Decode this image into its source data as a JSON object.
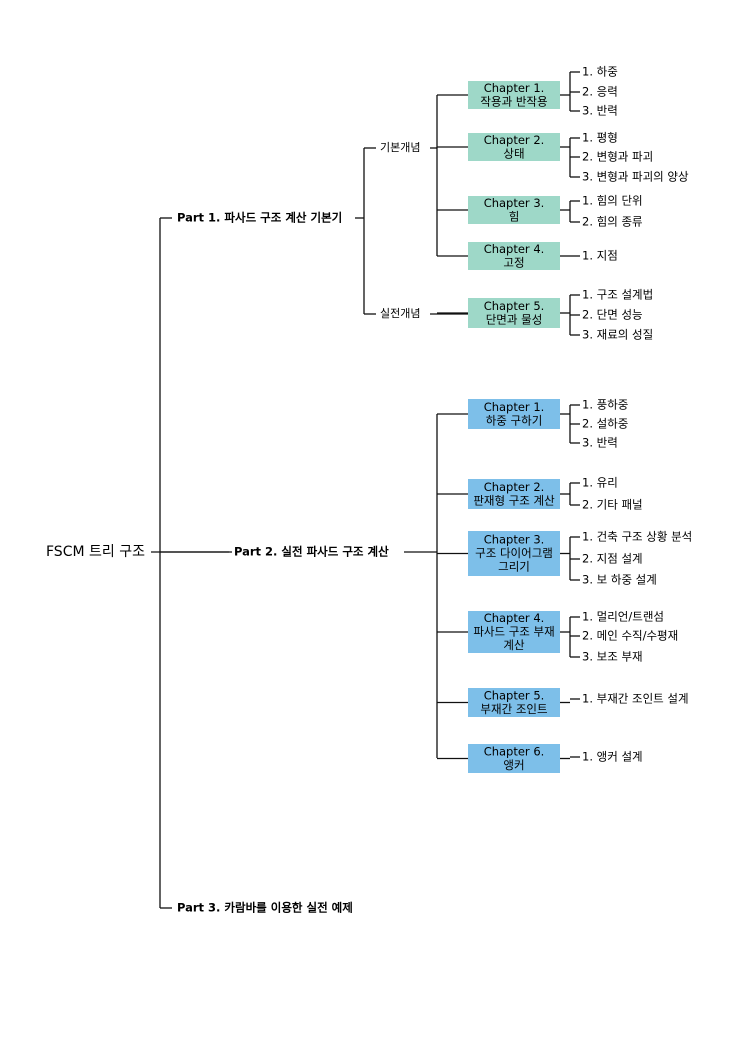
{
  "root": "FSCM 트리 구조",
  "colors": {
    "green": "#9ed8c8",
    "blue": "#7dbfe9",
    "line": "#111111"
  },
  "parts": [
    {
      "label": "Part 1. 파사드 구조 계산 기본기",
      "groups": [
        {
          "label": "기본개념",
          "chapters": [
            {
              "title": "Chapter 1.",
              "subtitle": [
                "작용과 반작용"
              ],
              "items": [
                "1. 하중",
                "2. 응력",
                "3. 반력"
              ]
            },
            {
              "title": "Chapter 2.",
              "subtitle": [
                "상태"
              ],
              "items": [
                "1. 평형",
                "2. 변형과 파괴",
                "3. 변형과 파괴의 양상"
              ]
            },
            {
              "title": "Chapter 3.",
              "subtitle": [
                "힘"
              ],
              "items": [
                "1. 힘의 단위",
                "2. 힘의 종류"
              ]
            },
            {
              "title": "Chapter 4.",
              "subtitle": [
                "고정"
              ],
              "items": [
                "1. 지점"
              ]
            }
          ]
        },
        {
          "label": "실전개념",
          "chapters": [
            {
              "title": "Chapter 5.",
              "subtitle": [
                "단면과 물성"
              ],
              "items": [
                "1. 구조 설계법",
                "2. 단면 성능",
                "3. 재료의 성질"
              ]
            }
          ]
        }
      ]
    },
    {
      "label": "Part 2. 실전 파사드 구조 계산",
      "chapters": [
        {
          "title": "Chapter 1.",
          "subtitle": [
            "하중 구하기"
          ],
          "items": [
            "1. 풍하중",
            "2. 설하중",
            "3. 반력"
          ]
        },
        {
          "title": "Chapter 2.",
          "subtitle": [
            "판재형 구조 계산"
          ],
          "items": [
            "1. 유리",
            "2. 기타 패널"
          ]
        },
        {
          "title": "Chapter 3.",
          "subtitle": [
            "구조 다이어그램",
            "그리기"
          ],
          "items": [
            "1. 건축 구조 상황 분석",
            "2. 지점 설계",
            "3. 보 하중 설계"
          ]
        },
        {
          "title": "Chapter 4.",
          "subtitle": [
            "파사드 구조 부재",
            "계산"
          ],
          "items": [
            "1. 멀리언/트랜섬",
            "2. 메인 수직/수평재",
            "3. 보조 부재"
          ]
        },
        {
          "title": "Chapter 5.",
          "subtitle": [
            "부재간 조인트"
          ],
          "items": [
            "1. 부재간 조인트 설계"
          ]
        },
        {
          "title": "Chapter 6.",
          "subtitle": [
            "앵커"
          ],
          "items": [
            "1. 앵커 설계"
          ]
        }
      ]
    },
    {
      "label": "Part 3. 카람바를 이용한 실전 예제"
    }
  ]
}
